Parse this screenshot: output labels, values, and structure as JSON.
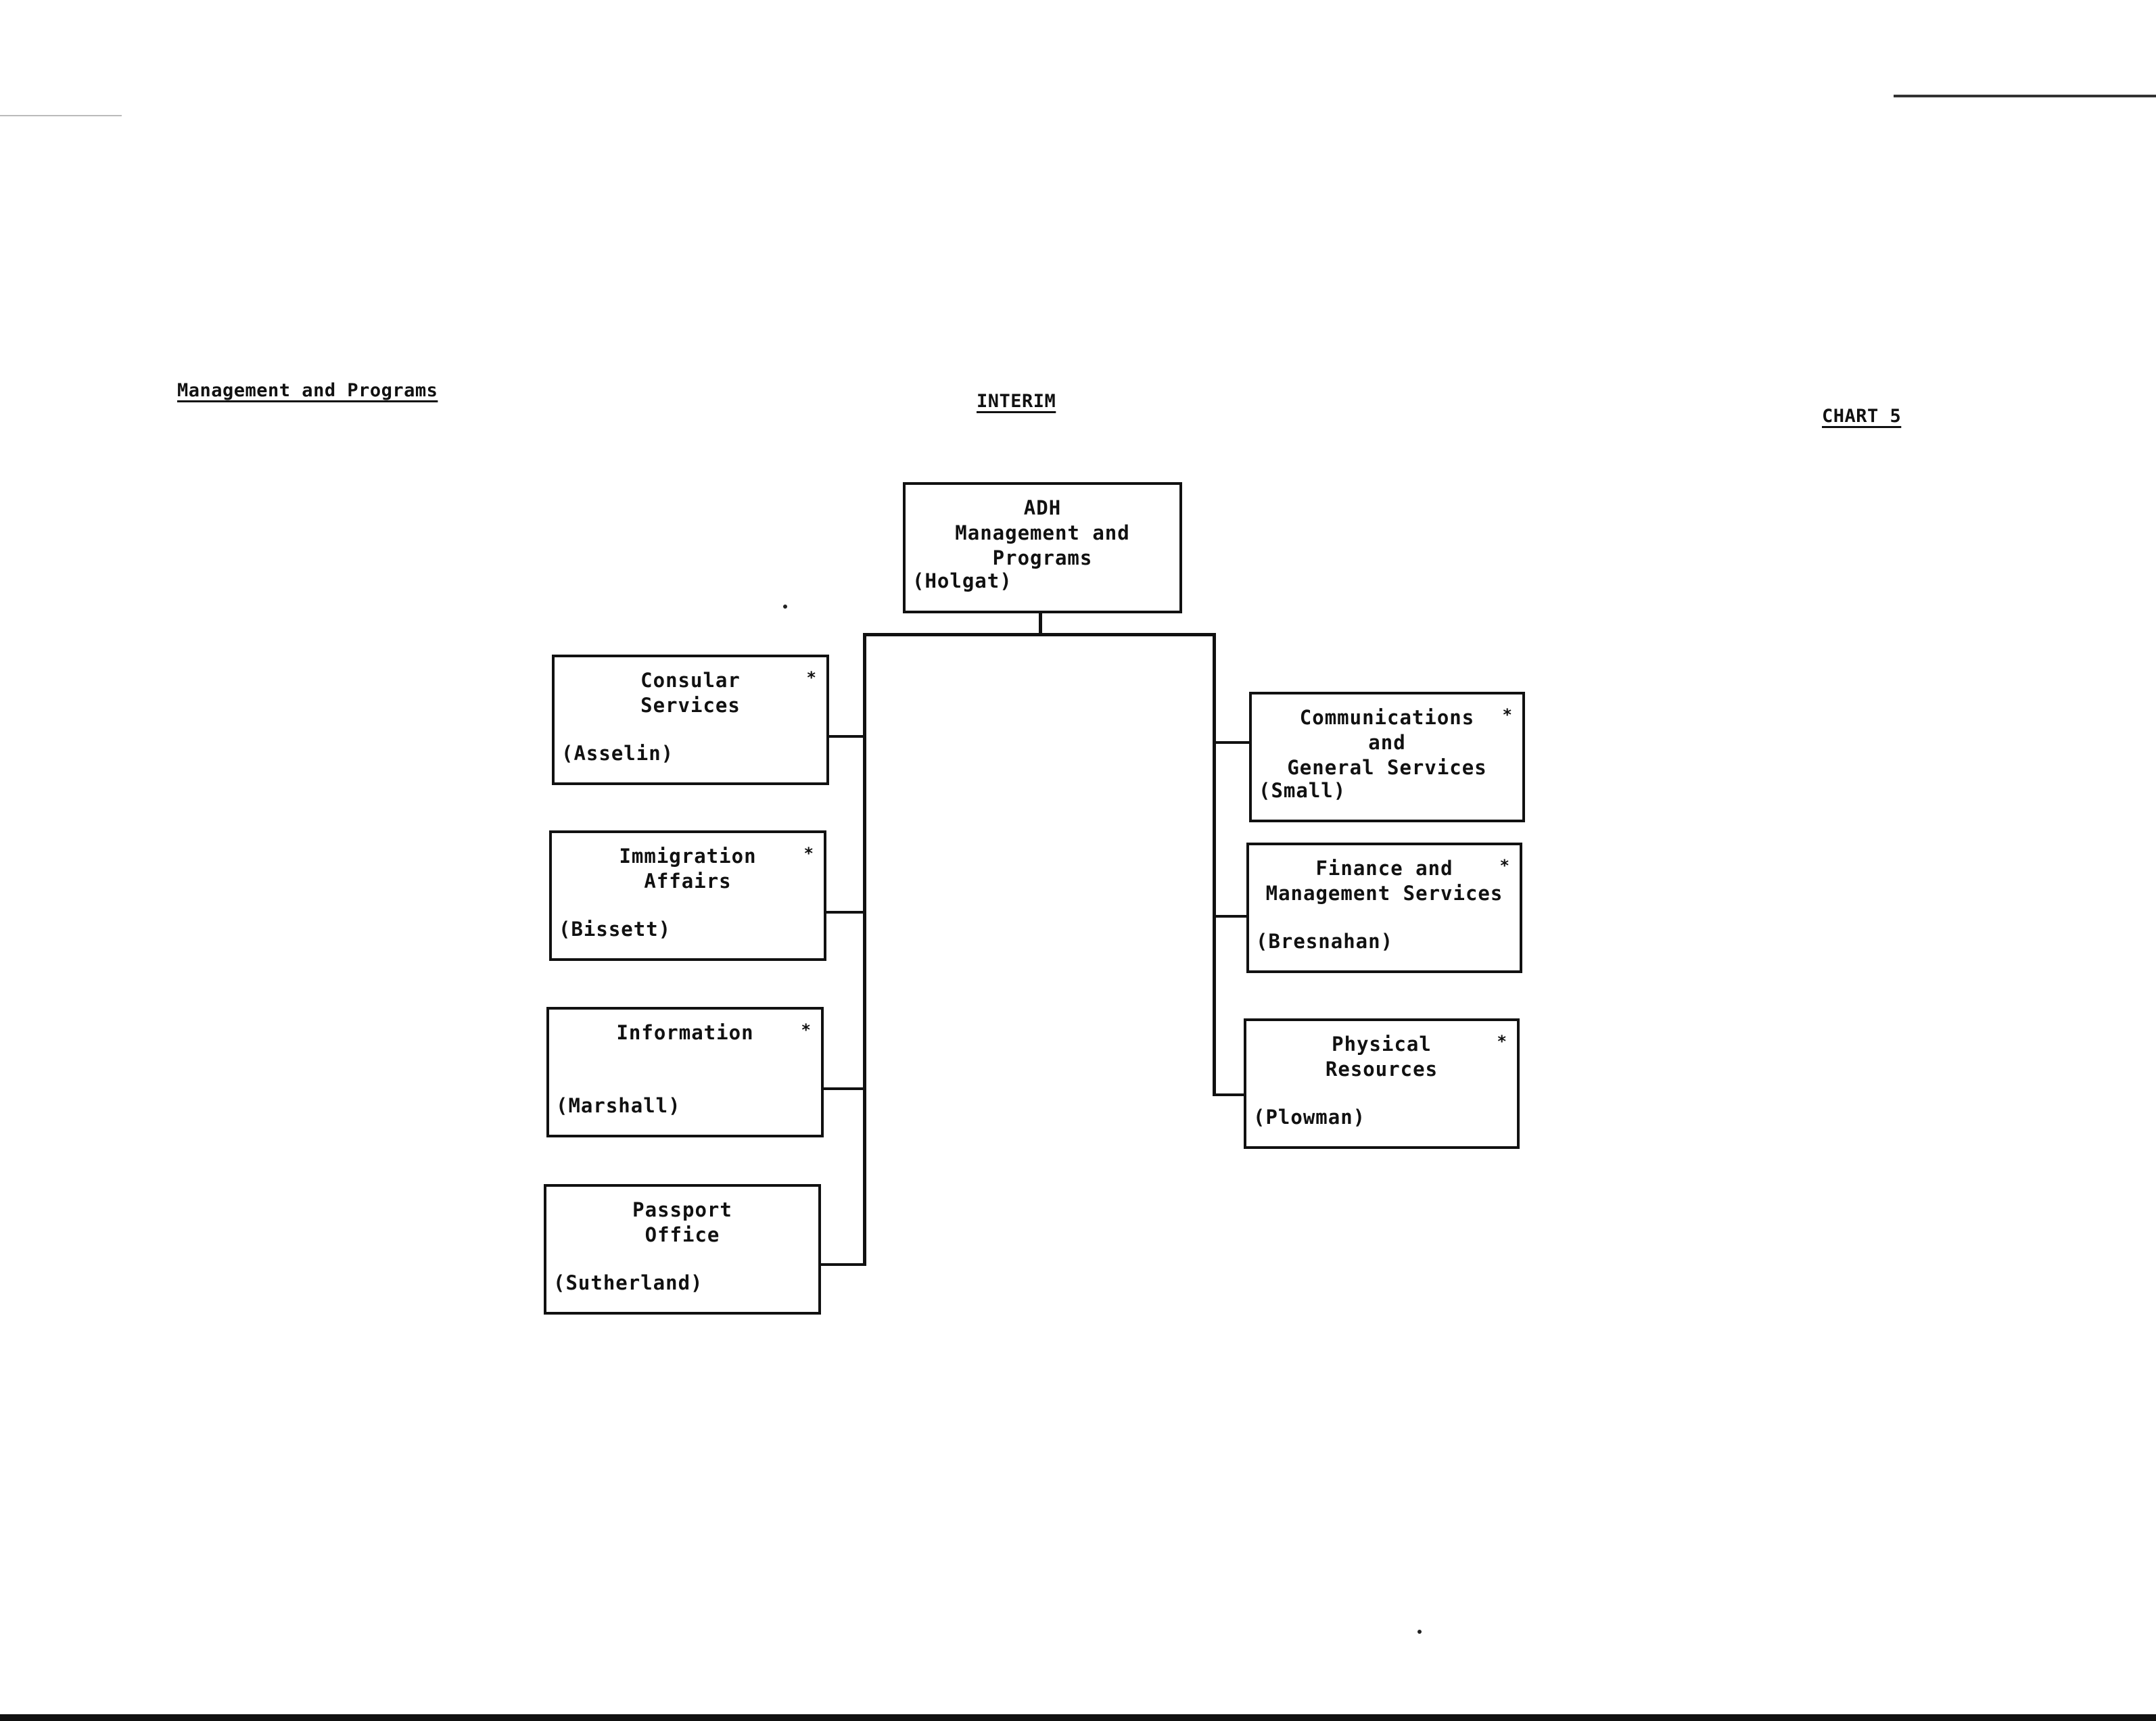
{
  "header": {
    "left": "Management and Programs",
    "center": "INTERIM",
    "right": "CHART 5"
  },
  "root": {
    "title": "ADH\nManagement and\nPrograms",
    "name": "(Holgat)"
  },
  "left_units": [
    {
      "title": "Consular\nServices",
      "name": "(Asselin)",
      "marker": "*"
    },
    {
      "title": "Immigration\nAffairs",
      "name": "(Bissett)",
      "marker": "*"
    },
    {
      "title": "Information",
      "name": "(Marshall)",
      "marker": "*"
    },
    {
      "title": "Passport\nOffice",
      "name": "(Sutherland)",
      "marker": ""
    }
  ],
  "right_units": [
    {
      "title": "Communications\nand\nGeneral Services",
      "name": "(Small)",
      "marker": "*"
    },
    {
      "title": "Finance and\nManagement Services",
      "name": "(Bresnahan)",
      "marker": "*"
    },
    {
      "title": "Physical\nResources",
      "name": "(Plowman)",
      "marker": "*"
    }
  ]
}
